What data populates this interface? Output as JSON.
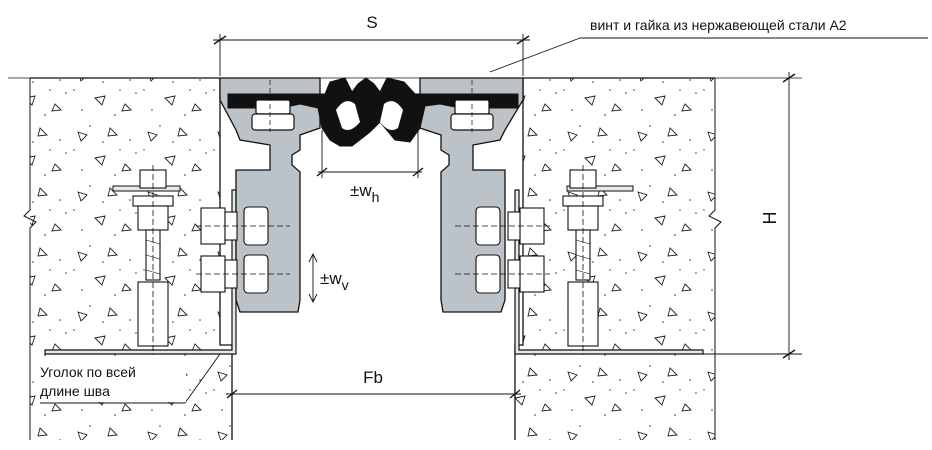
{
  "labels": {
    "s": "S",
    "note": "винт и гайка из нержавеющей стали А2",
    "wh_main": "±w",
    "wh_sub": "h",
    "wv_main": "±w",
    "wv_sub": "v",
    "h": "H",
    "fb": "Fb",
    "angle_line1": "Уголок по всей",
    "angle_line2": "длине шва"
  },
  "colors": {
    "profile": "#bcc3c8",
    "seal": "#111111",
    "bolt": "#ffffff",
    "stroke": "#111111"
  }
}
